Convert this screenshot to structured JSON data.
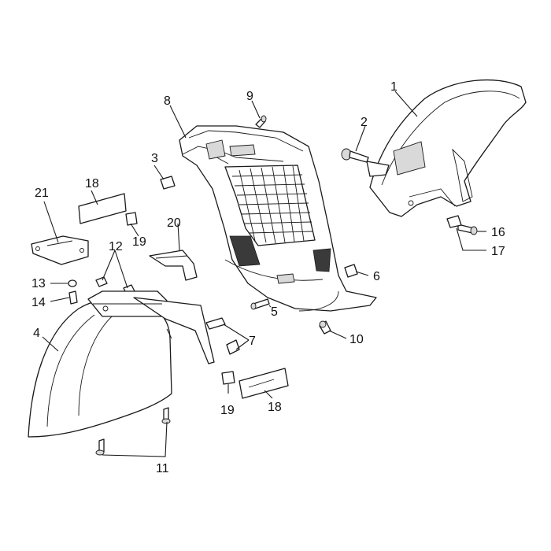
{
  "colors": {
    "line": "#1a1a1a",
    "background": "#ffffff",
    "shade": "#d9d9d9"
  },
  "labels": {
    "p1": "1",
    "p2": "2",
    "p3": "3",
    "p4": "4",
    "p5": "5",
    "p6": "6",
    "p7": "7",
    "p8": "8",
    "p9": "9",
    "p10": "10",
    "p11": "11",
    "p12": "12",
    "p13": "13",
    "p14": "14",
    "p16": "16",
    "p17": "17",
    "p18a": "18",
    "p18b": "18",
    "p19a": "19",
    "p19b": "19",
    "p20": "20",
    "p21": "21"
  }
}
